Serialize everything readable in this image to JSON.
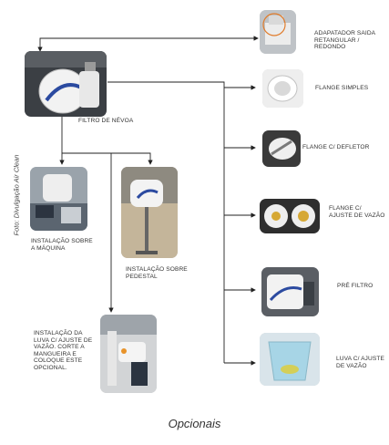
{
  "caption": "Opcionais",
  "credit": "Foto: Divulgação Air Clean",
  "main_unit": {
    "label": "FILTRO DE NÉVOA"
  },
  "installations": [
    {
      "id": "maquina",
      "label": "INSTALAÇÃO SOBRE A MÁQUINA"
    },
    {
      "id": "pedestal",
      "label": "INSTALAÇÃO SOBRE PEDESTAL"
    },
    {
      "id": "luva",
      "label": "INSTALAÇÃO DA LUVA C/ AJUSTE DE VAZÃO. CORTE A MANGUEIRA E COLOQUE ESTE OPCIONAL."
    }
  ],
  "options": [
    {
      "id": "adaptador",
      "label": "ADAPATADOR SAIDA RETANGULAR / REDONDO"
    },
    {
      "id": "flange-simples",
      "label": "FLANGE SIMPLES"
    },
    {
      "id": "flange-defletor",
      "label": "FLANGE C/ DEFLETOR"
    },
    {
      "id": "flange-ajuste",
      "label": "FLANGE C/ AJUSTE DE VAZÃO"
    },
    {
      "id": "pre-filtro",
      "label": "PRÉ FILTRO"
    },
    {
      "id": "luva-ajuste",
      "label": "LUVA C/ AJUSTE DE VAZÃO"
    }
  ]
}
